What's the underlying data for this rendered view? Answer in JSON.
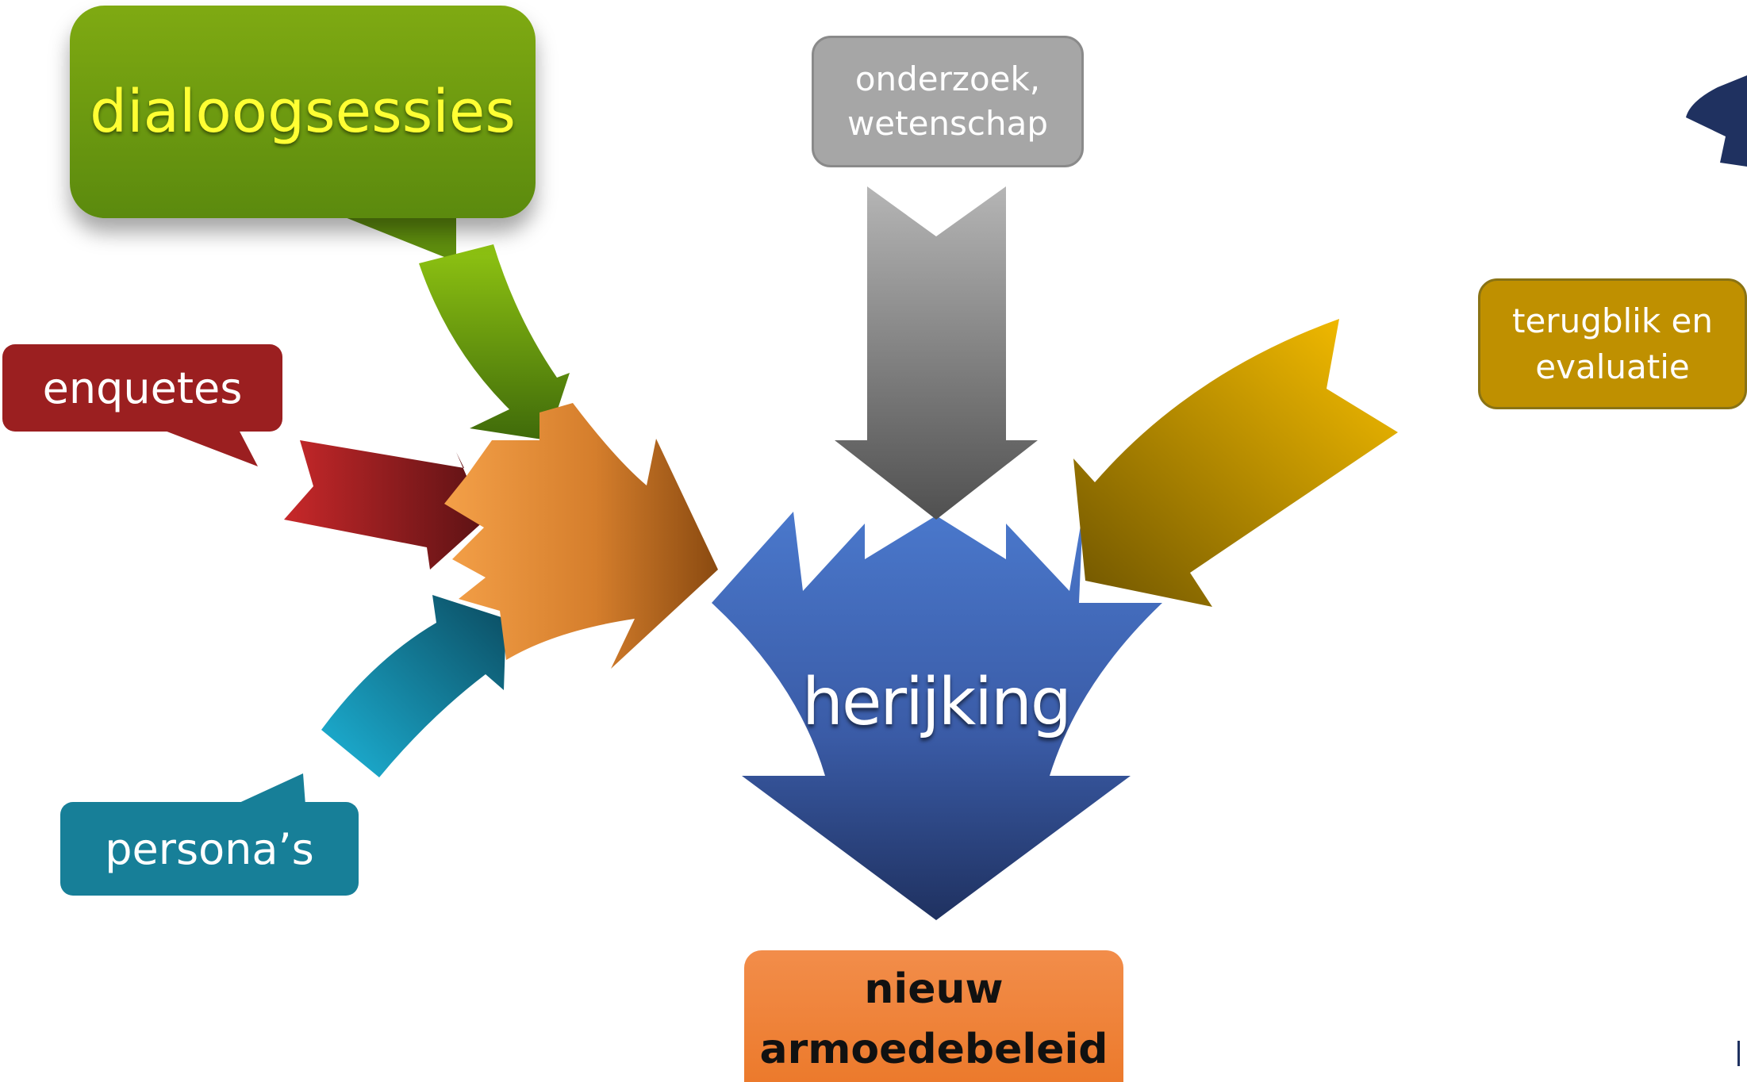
{
  "nodes": {
    "dialoogsessies": "dialoogsessies",
    "enquetes": "enquetes",
    "personas": "persona’s",
    "onderzoek": "onderzoek,\nwetenschap",
    "terugblik": "terugblik en\nevaluatie",
    "herijking": "herijking",
    "nieuw_beleid": "nieuw\narmoedebeleid"
  },
  "colors": {
    "green": "#6b9a10",
    "red": "#9b1f20",
    "teal": "#177f98",
    "gray": "#a6a6a6",
    "gold": "#bf9000",
    "orange": "#ec7a2c",
    "blue": "#3f66b4",
    "navy": "#1f3160",
    "label_yellow": "#ffff33"
  }
}
